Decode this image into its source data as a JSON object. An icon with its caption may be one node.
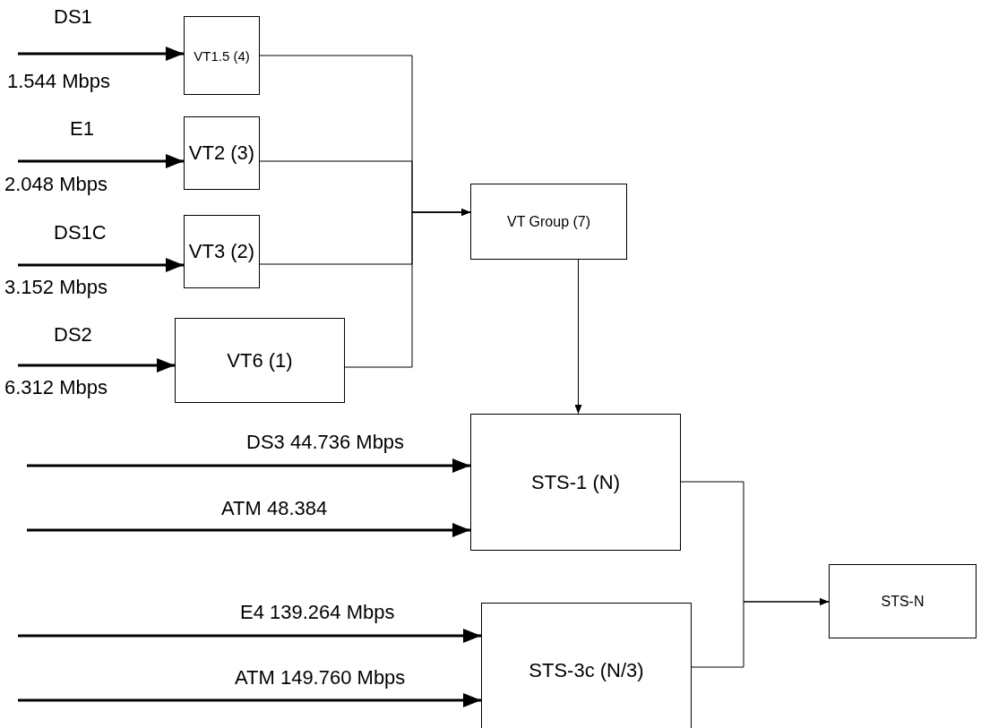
{
  "diagram": {
    "nodes": [
      {
        "text": [
          "VT1.5 (4)"
        ]
      },
      {
        "text": [
          "VT2 (3)"
        ]
      },
      {
        "text": [
          "VT3 (2)"
        ]
      },
      {
        "text": [
          "VT6 (1)"
        ]
      },
      {
        "text": [
          "VT Group (7)"
        ]
      },
      {
        "text": [
          "STS-1 (N)"
        ]
      },
      {
        "text": [
          "STS-3c (N/3)"
        ]
      },
      {
        "text": [
          "STS-N"
        ]
      }
    ],
    "edges": [
      {
        "from": null,
        "to": 0,
        "arrow": "to",
        "label": "DS1"
      },
      {
        "from": null,
        "to": 1,
        "arrow": "to",
        "label": "E1"
      },
      {
        "from": null,
        "to": 2,
        "arrow": "to",
        "label": "DS1C"
      },
      {
        "from": null,
        "to": 3,
        "arrow": "to",
        "label": "DS2"
      },
      {
        "from": 0,
        "to": 4,
        "arrow": "to"
      },
      {
        "from": 1,
        "to": 4,
        "arrow": "to"
      },
      {
        "from": 2,
        "to": 4,
        "arrow": "to"
      },
      {
        "from": 3,
        "to": 4,
        "arrow": "to"
      },
      {
        "from": 4,
        "to": 5,
        "arrow": "to"
      },
      {
        "from": null,
        "to": 5,
        "arrow": "to",
        "label": "DS3 44.736 Mbps"
      },
      {
        "from": null,
        "to": 5,
        "arrow": "to",
        "label": "ATM 48.384"
      },
      {
        "from": null,
        "to": 6,
        "arrow": "to",
        "label": "E4 139.264 Mbps"
      },
      {
        "from": null,
        "to": 6,
        "arrow": "to",
        "label": "ATM 149.760 Mbps"
      },
      {
        "from": 5,
        "to": 7,
        "arrow": "to"
      },
      {
        "from": 6,
        "to": 7,
        "arrow": "to"
      }
    ],
    "labels": [
      "1.544 Mbps",
      "2.048 Mbps",
      "3.152 Mbps",
      "6.312 Mbps"
    ]
  }
}
